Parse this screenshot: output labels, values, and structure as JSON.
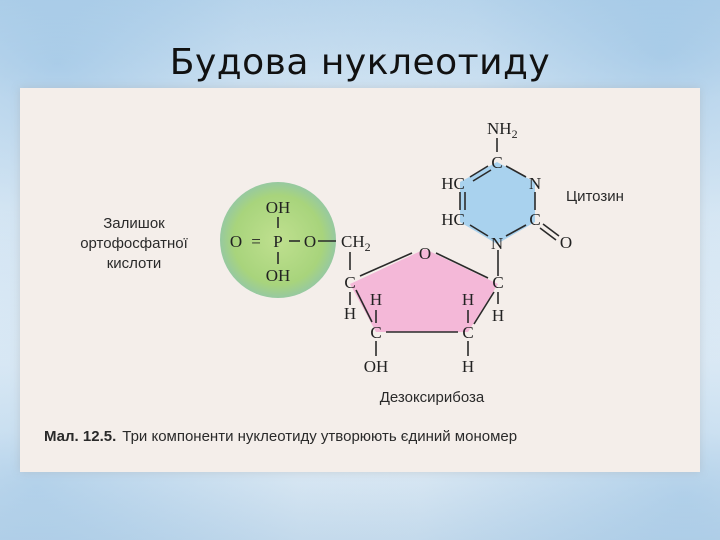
{
  "slide": {
    "title": "Будова нуклеотиду"
  },
  "diagram": {
    "phosphate_label": [
      "Залишок",
      "ортофосфатної",
      "кислоти"
    ],
    "base_label": "Цитозин",
    "sugar_label": "Дезоксирибоза",
    "atoms": {
      "oh_top": "OH",
      "o_double": "O",
      "eq": "=",
      "p": "P",
      "o_link": "O",
      "ch2": "CH",
      "two": "2",
      "oh_bottom": "OH",
      "ring_o": "O",
      "c1": "C",
      "c4": "C",
      "h_c4": "H",
      "c3": "C",
      "h3_up": "H",
      "oh3": "OH",
      "c2": "C",
      "h2_up": "H",
      "h2_down": "H",
      "h1": "H",
      "nh": "NH",
      "nh_sub": "2",
      "c_top": "C",
      "hc_upper": "HC",
      "n_right": "N",
      "hc_lower": "HC",
      "c_right": "C",
      "n_bottom": "N",
      "o_carbonyl": "O"
    },
    "colors": {
      "phosphate_fill": "#a8d47c",
      "sugar_fill": "#f4b8d8",
      "base_fill": "#a9d2ee"
    }
  },
  "caption": {
    "label": "Мал. 12.5.",
    "text": "Три компоненти нуклеотиду утворюють єдиний мономер"
  }
}
